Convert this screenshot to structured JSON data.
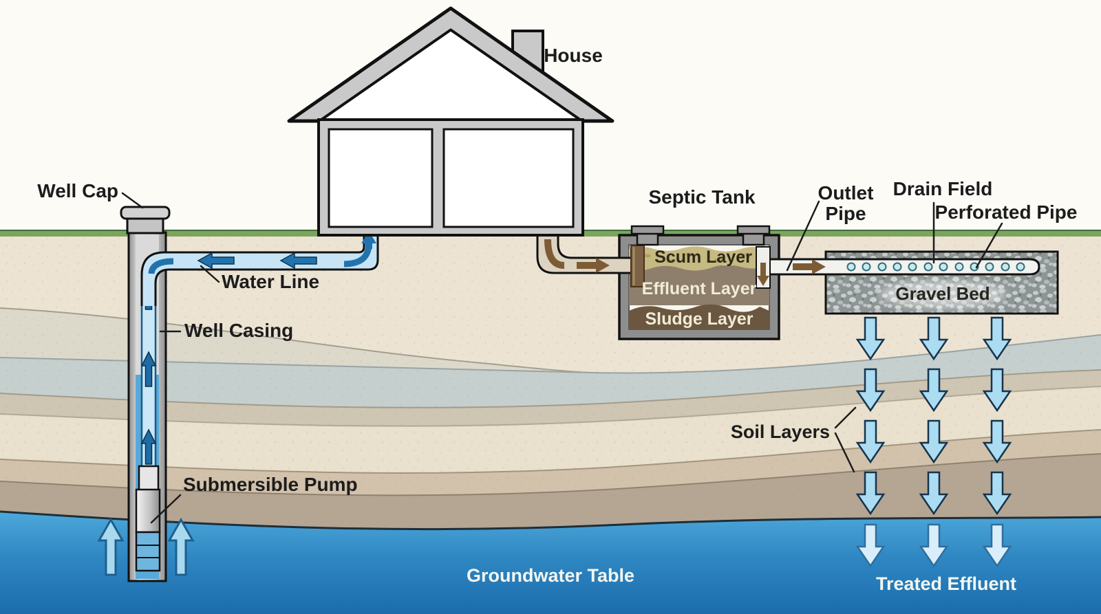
{
  "labels": {
    "house": "House",
    "well_cap": "Well Cap",
    "water_line": "Water Line",
    "well_casing": "Well Casing",
    "submersible_pump": "Submersible Pump",
    "septic_tank": "Septic Tank",
    "scum_layer": "Scum Layer",
    "effluent_layer": "Effluent Layer",
    "sludge_layer": "Sludge Layer",
    "outlet_pipe_1": "Outlet",
    "outlet_pipe_2": "Pipe",
    "drain_field": "Drain Field",
    "perforated_pipe": "Perforated Pipe",
    "gravel_bed": "Gravel Bed",
    "soil_layers": "Soil Layers",
    "groundwater_table": "Groundwater Table",
    "treated_effluent": "Treated Effluent"
  },
  "palette": {
    "grass_green": "#7da45e",
    "topsoil_cream": "#ece3d3",
    "clay_blue_band": "#c5cfce",
    "tan_band": "#d2c2ab",
    "subsoil_brown": "#b5a593",
    "groundwater_top": "#4da8da",
    "groundwater_bottom": "#1b6cab",
    "structure_gray": "#c9c9c9",
    "tank_gray": "#8e8e8e",
    "scum": "#c6ba82",
    "effluent": "#8d7f6b",
    "sludge": "#6b5740",
    "clean_water_pipe": "#c6e4f5",
    "flow_arrow_blue": "#2273ad",
    "waste_arrow_brown": "#7d5c35",
    "effluent_arrow_fill": "#abdcf2",
    "gravel_gray": "#8d9494"
  }
}
